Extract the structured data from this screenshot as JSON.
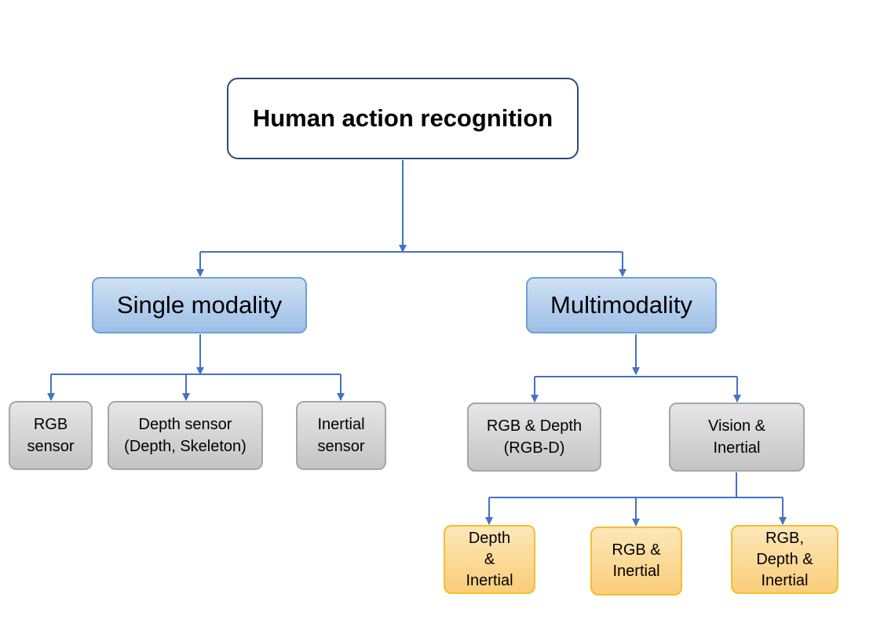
{
  "root": {
    "label": "Human action recognition"
  },
  "categories": {
    "single": {
      "label": "Single modality"
    },
    "multi": {
      "label": "Multimodality"
    }
  },
  "single_children": {
    "rgb": {
      "label": "RGB\nsensor"
    },
    "depth": {
      "label": "Depth sensor\n(Depth, Skeleton)"
    },
    "inertial": {
      "label": "Inertial\nsensor"
    }
  },
  "multi_children": {
    "rgb_depth": {
      "label": "RGB & Depth\n(RGB-D)"
    },
    "vision_inertial": {
      "label": "Vision &\nInertial"
    }
  },
  "fusion_children": {
    "depth_inertial": {
      "label": "Depth\n&\nInertial"
    },
    "rgb_inertial": {
      "label": "RGB &\nInertial"
    },
    "rgb_depth_inertial": {
      "label": "RGB,\nDepth &\nInertial"
    }
  },
  "colors": {
    "connector": "#4472C4",
    "root_border": "#2F4A7A",
    "category_fill": "#9DBFE6",
    "gray_fill": "#D0D0D0",
    "orange_fill": "#FACD7A"
  }
}
